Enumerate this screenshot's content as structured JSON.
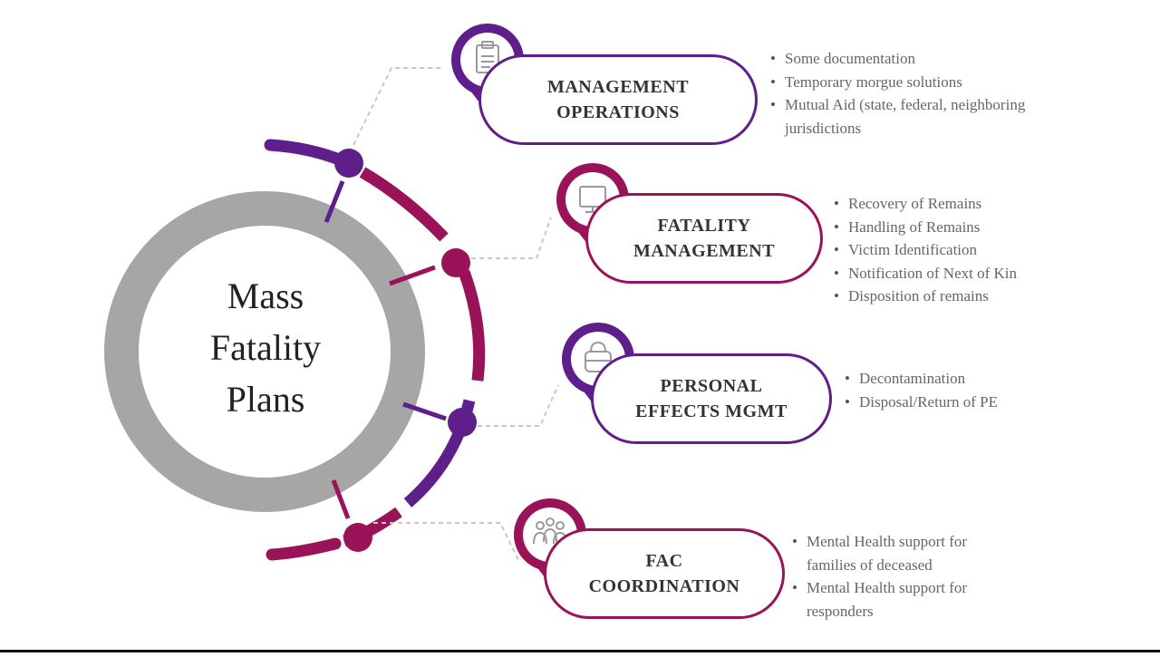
{
  "colors": {
    "purple": "#5e1f8a",
    "magenta": "#9a1258",
    "ring": "#a6a6a6",
    "connector": "#c8c8c8"
  },
  "center": {
    "lines": [
      "Mass",
      "Fatality",
      "Plans"
    ]
  },
  "steps": [
    {
      "title_lines": [
        "MANAGEMENT",
        "OPERATIONS"
      ],
      "color": "purple",
      "icon": "clipboard-icon",
      "bullets": [
        "Some documentation",
        "Temporary morgue solutions",
        "Mutual Aid (state, federal, neighboring",
        "jurisdictions"
      ]
    },
    {
      "title_lines": [
        "FATALITY",
        "MANAGEMENT"
      ],
      "color": "magenta",
      "icon": "monitor-icon",
      "bullets": [
        "Recovery of Remains",
        "Handling of Remains",
        "Victim Identification",
        "Notification of Next of Kin",
        "Disposition of remains"
      ]
    },
    {
      "title_lines": [
        "PERSONAL",
        "EFFECTS MGMT"
      ],
      "color": "purple",
      "icon": "bag-icon",
      "bullets": [
        "Decontamination",
        "Disposal/Return of PE"
      ]
    },
    {
      "title_lines": [
        "FAC",
        "COORDINATION"
      ],
      "color": "magenta",
      "icon": "people-icon",
      "bullets": [
        "Mental Health support for",
        "families of deceased",
        "Mental Health support for",
        "responders"
      ]
    }
  ]
}
